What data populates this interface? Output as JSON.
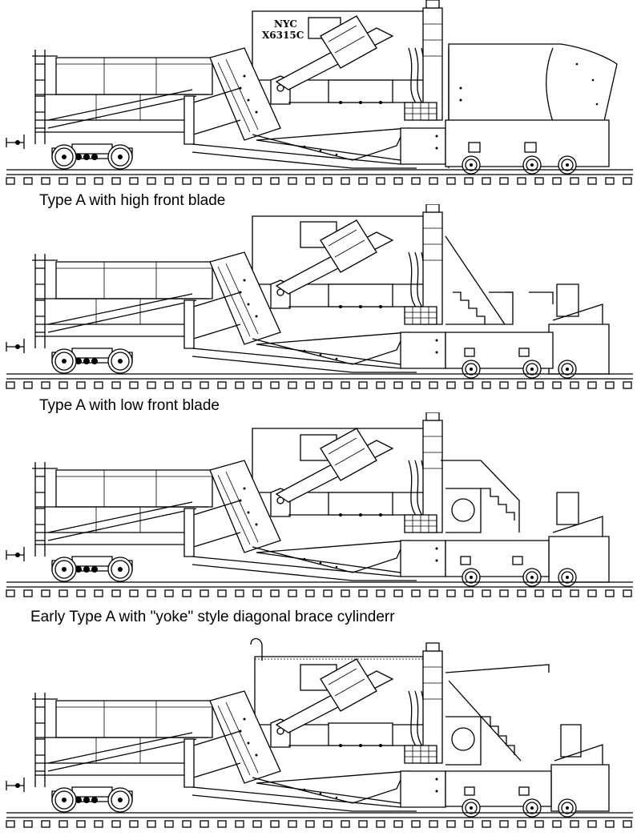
{
  "diagrams": [
    {
      "id": "high-front-blade",
      "caption": "Type A with high front blade",
      "car_lettering": [
        "NYC",
        "X6315C"
      ]
    },
    {
      "id": "low-front-blade",
      "caption": "Type A with low front blade"
    },
    {
      "id": "early-yoke",
      "caption": "Early Type A with \"yoke\" style diagonal brace cylinderr"
    },
    {
      "id": "late-type",
      "caption": ""
    }
  ]
}
